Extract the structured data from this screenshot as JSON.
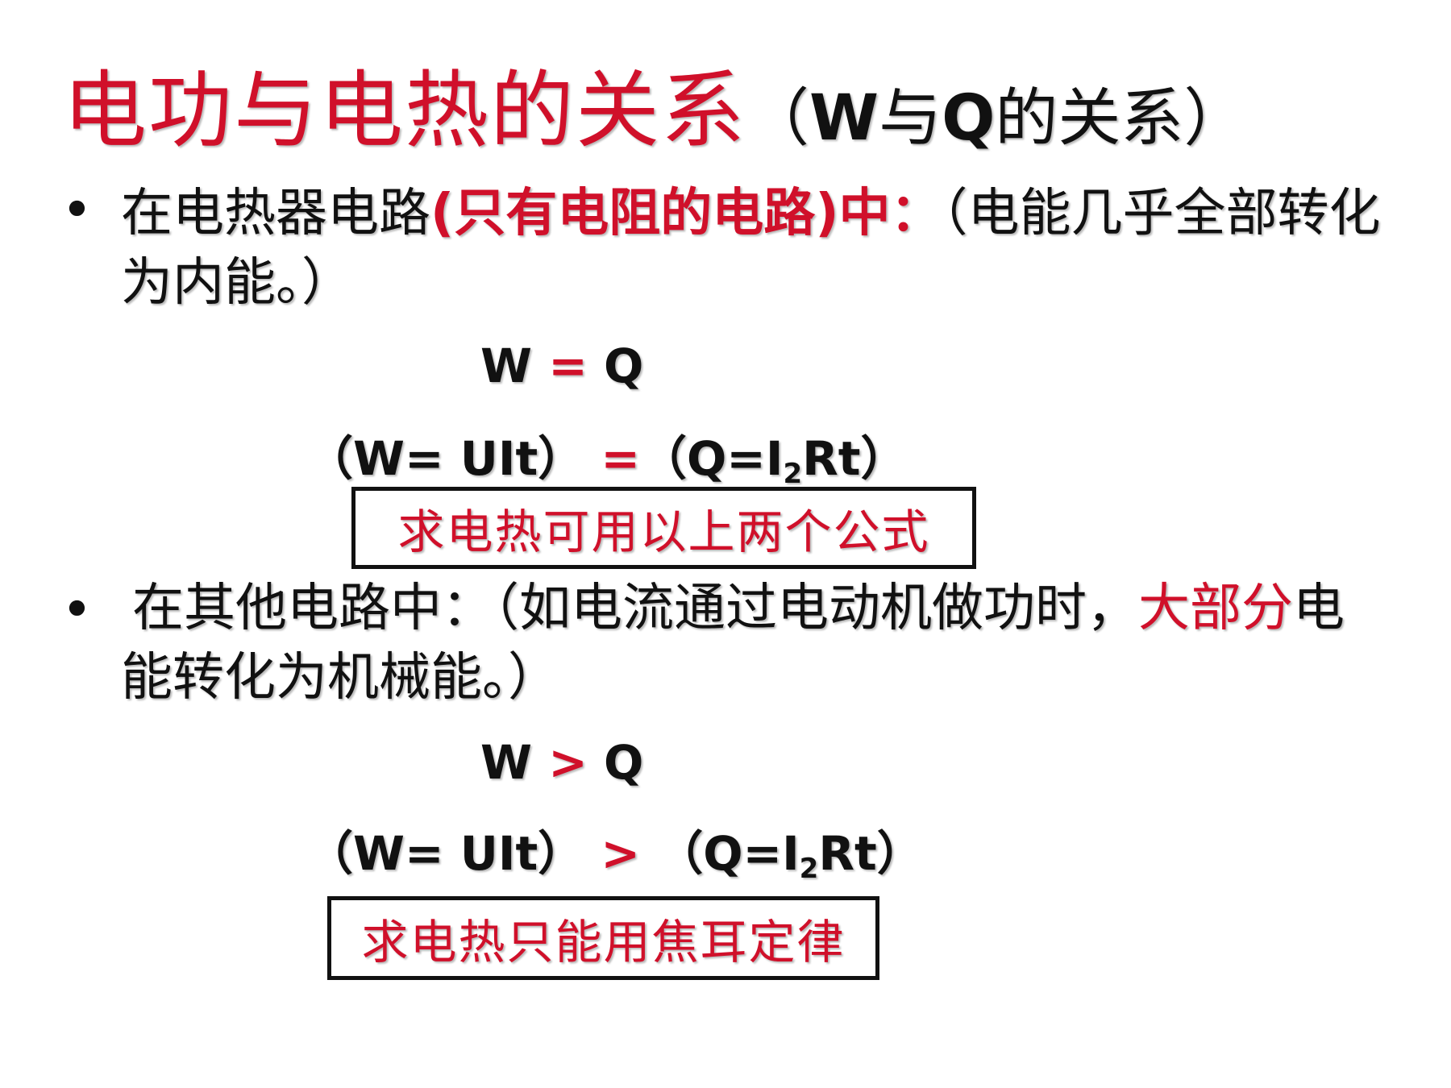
{
  "title": {
    "main": "电功与电热的关系",
    "sub_open": "（",
    "sub_w": "W",
    "sub_yu": "与",
    "sub_q": "Q",
    "sub_rest": "的关系）"
  },
  "section1": {
    "bullet": "•",
    "text_a": "在电热器电路",
    "text_red": "(只有电阻的电路)中：",
    "text_b": "（电能几乎全部转化为内能。）",
    "formula1": {
      "left": "W",
      "op": "=",
      "right": "Q"
    },
    "formula2": {
      "left": "（W= UIt）",
      "op": "=",
      "right_a": "（Q=I",
      "right_sub": "2",
      "right_b": "Rt）"
    },
    "note": "求电热可用以上两个公式"
  },
  "section2": {
    "bullet": "•",
    "text_a": "在其他电路中：（如电流通过电动机做功时，",
    "text_red_a": "大部分",
    "text_b": "电能转化为机械能。）",
    "formula1": {
      "left": "W",
      "op": ">",
      "right": "Q"
    },
    "formula2": {
      "left": "（W= UIt）",
      "op": ">",
      "right_a": "（Q=I",
      "right_sub": "2",
      "right_b": "Rt）"
    },
    "note": "求电热只能用焦耳定律"
  },
  "colors": {
    "accent_red": "#d0102a",
    "text": "#111111",
    "background": "#ffffff"
  }
}
